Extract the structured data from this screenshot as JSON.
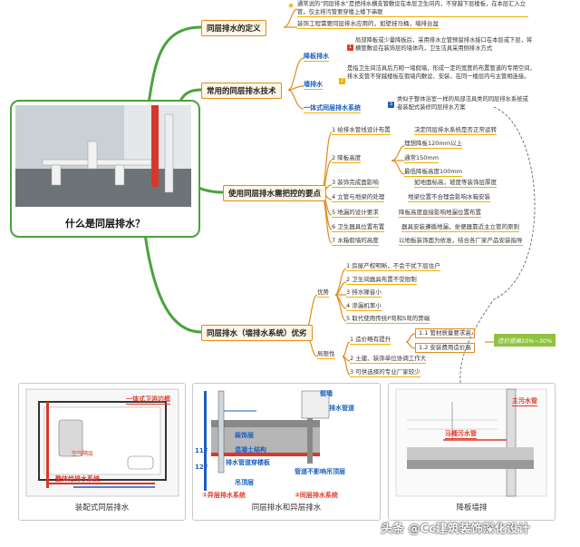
{
  "center": {
    "title": "什么是同层排水？"
  },
  "branches": {
    "definition": {
      "label": "同层排水的定义",
      "item1": "通常说的“同层排水”是把排水横支管敷设在本层卫生间内，不穿越下层楼板，在本层汇入立管，仅主排污管要穿楼上楼下串联",
      "item2": "装饰工程需要同层排水应用的，如壁挂马桶，墙排台盆"
    },
    "tech": {
      "label": "常用的同层排水技术",
      "sub1": {
        "tag": "降板排水",
        "text": "局部降板或少量降板后，采用排水立管预留排水接口在本层或下层，将横管敷设在装饰层的墙体内，卫生洁具采用侧排水方式",
        "badge": "1"
      },
      "sub2": {
        "tag": "墙排水",
        "text": "是指卫生间洁具后方砌一堵假墙，形成一定的宽度的布置管道的专用空间，排水支管不穿越楼板在假墙内敷设、安装，在同一楼层内与主管相连接。",
        "badge": "2"
      },
      "sub3": {
        "tag": "一体式同层排水系统",
        "text": "类似于整体浴室一样的局部洁具类的同层排水系统或者装配式装修同层排水方案",
        "badge": "3"
      }
    },
    "points": {
      "label": "使用同层排水需把控的要点",
      "p1": "1 给排水管线设计布置",
      "p1n": "决定同层排水系统是否正常运转",
      "p2": "2 降板高度",
      "p2a": "理想降板120mm以上",
      "p2b": "通常150mm",
      "p2c": "最低降板高度100mm",
      "p3": "3 装饰完成面影响",
      "p3n": "如地面标高，坡度等装饰层厚度",
      "p4": "4 立管与地梁的处理",
      "p4n": "地梁位置不合理会影响水箱安装",
      "p5": "5 地漏的设计要求",
      "p5n": "降板高度直接影响地漏位置布置",
      "p6": "6 卫生器具位置布置",
      "p6n": "器具安装遵循地漏，坐便器靠近主立管的原则",
      "p7": "7 水箱假墙的高度",
      "p7n": "以地板装饰面为依准，结合各厂家产品安装指导"
    },
    "pros": {
      "label": "同层排水（墙排水系统）优劣",
      "adv": "优势",
      "a1": "1 房屋产权明晰，不会干扰下层住户",
      "a2": "2 卫生间器具布置不受限制",
      "a3": "3 排水噪音小",
      "a4": "4 渗漏机率小",
      "a5": "5 取代使用传统P弯和S弯的弊端",
      "lim": "局限性",
      "l1": "1 造价略有提升",
      "l1a": "1.1 管材质量要求高",
      "l1b": "1.2 安装费用造价高",
      "l1note": "造价提高10%~30%",
      "l2": "2 土建、装饰单位协调工作大",
      "l3": "3 可供选择的专业厂家较少"
    }
  },
  "panels": {
    "left": {
      "caption": "装配式同层排水",
      "t1": "一体式卫浴边框",
      "t2": "空气隔层",
      "t3": "整体给排水系统"
    },
    "mid": {
      "caption": "同层排水和异层排水",
      "wall": "假墙",
      "drain": "排水管道",
      "deco": "装饰层",
      "struct": "混凝土结构",
      "ceil": "吊顶层",
      "f11": "11F",
      "f12": "12F",
      "pass": "排水管道穿楼板",
      "nope": "管道不影响吊顶层",
      "c1": "①异层排水系统",
      "c2": "②同层排水系统"
    },
    "right": {
      "caption": "降板墙排",
      "main": "主污水管",
      "toilet": "马桶污水管"
    }
  },
  "watermark": "头条 @Cc建筑装饰深化设计",
  "colors": {
    "green": "#4aa33c",
    "orange": "#e28a1f",
    "blue": "#1a5fc0",
    "red": "#e23a2a"
  }
}
